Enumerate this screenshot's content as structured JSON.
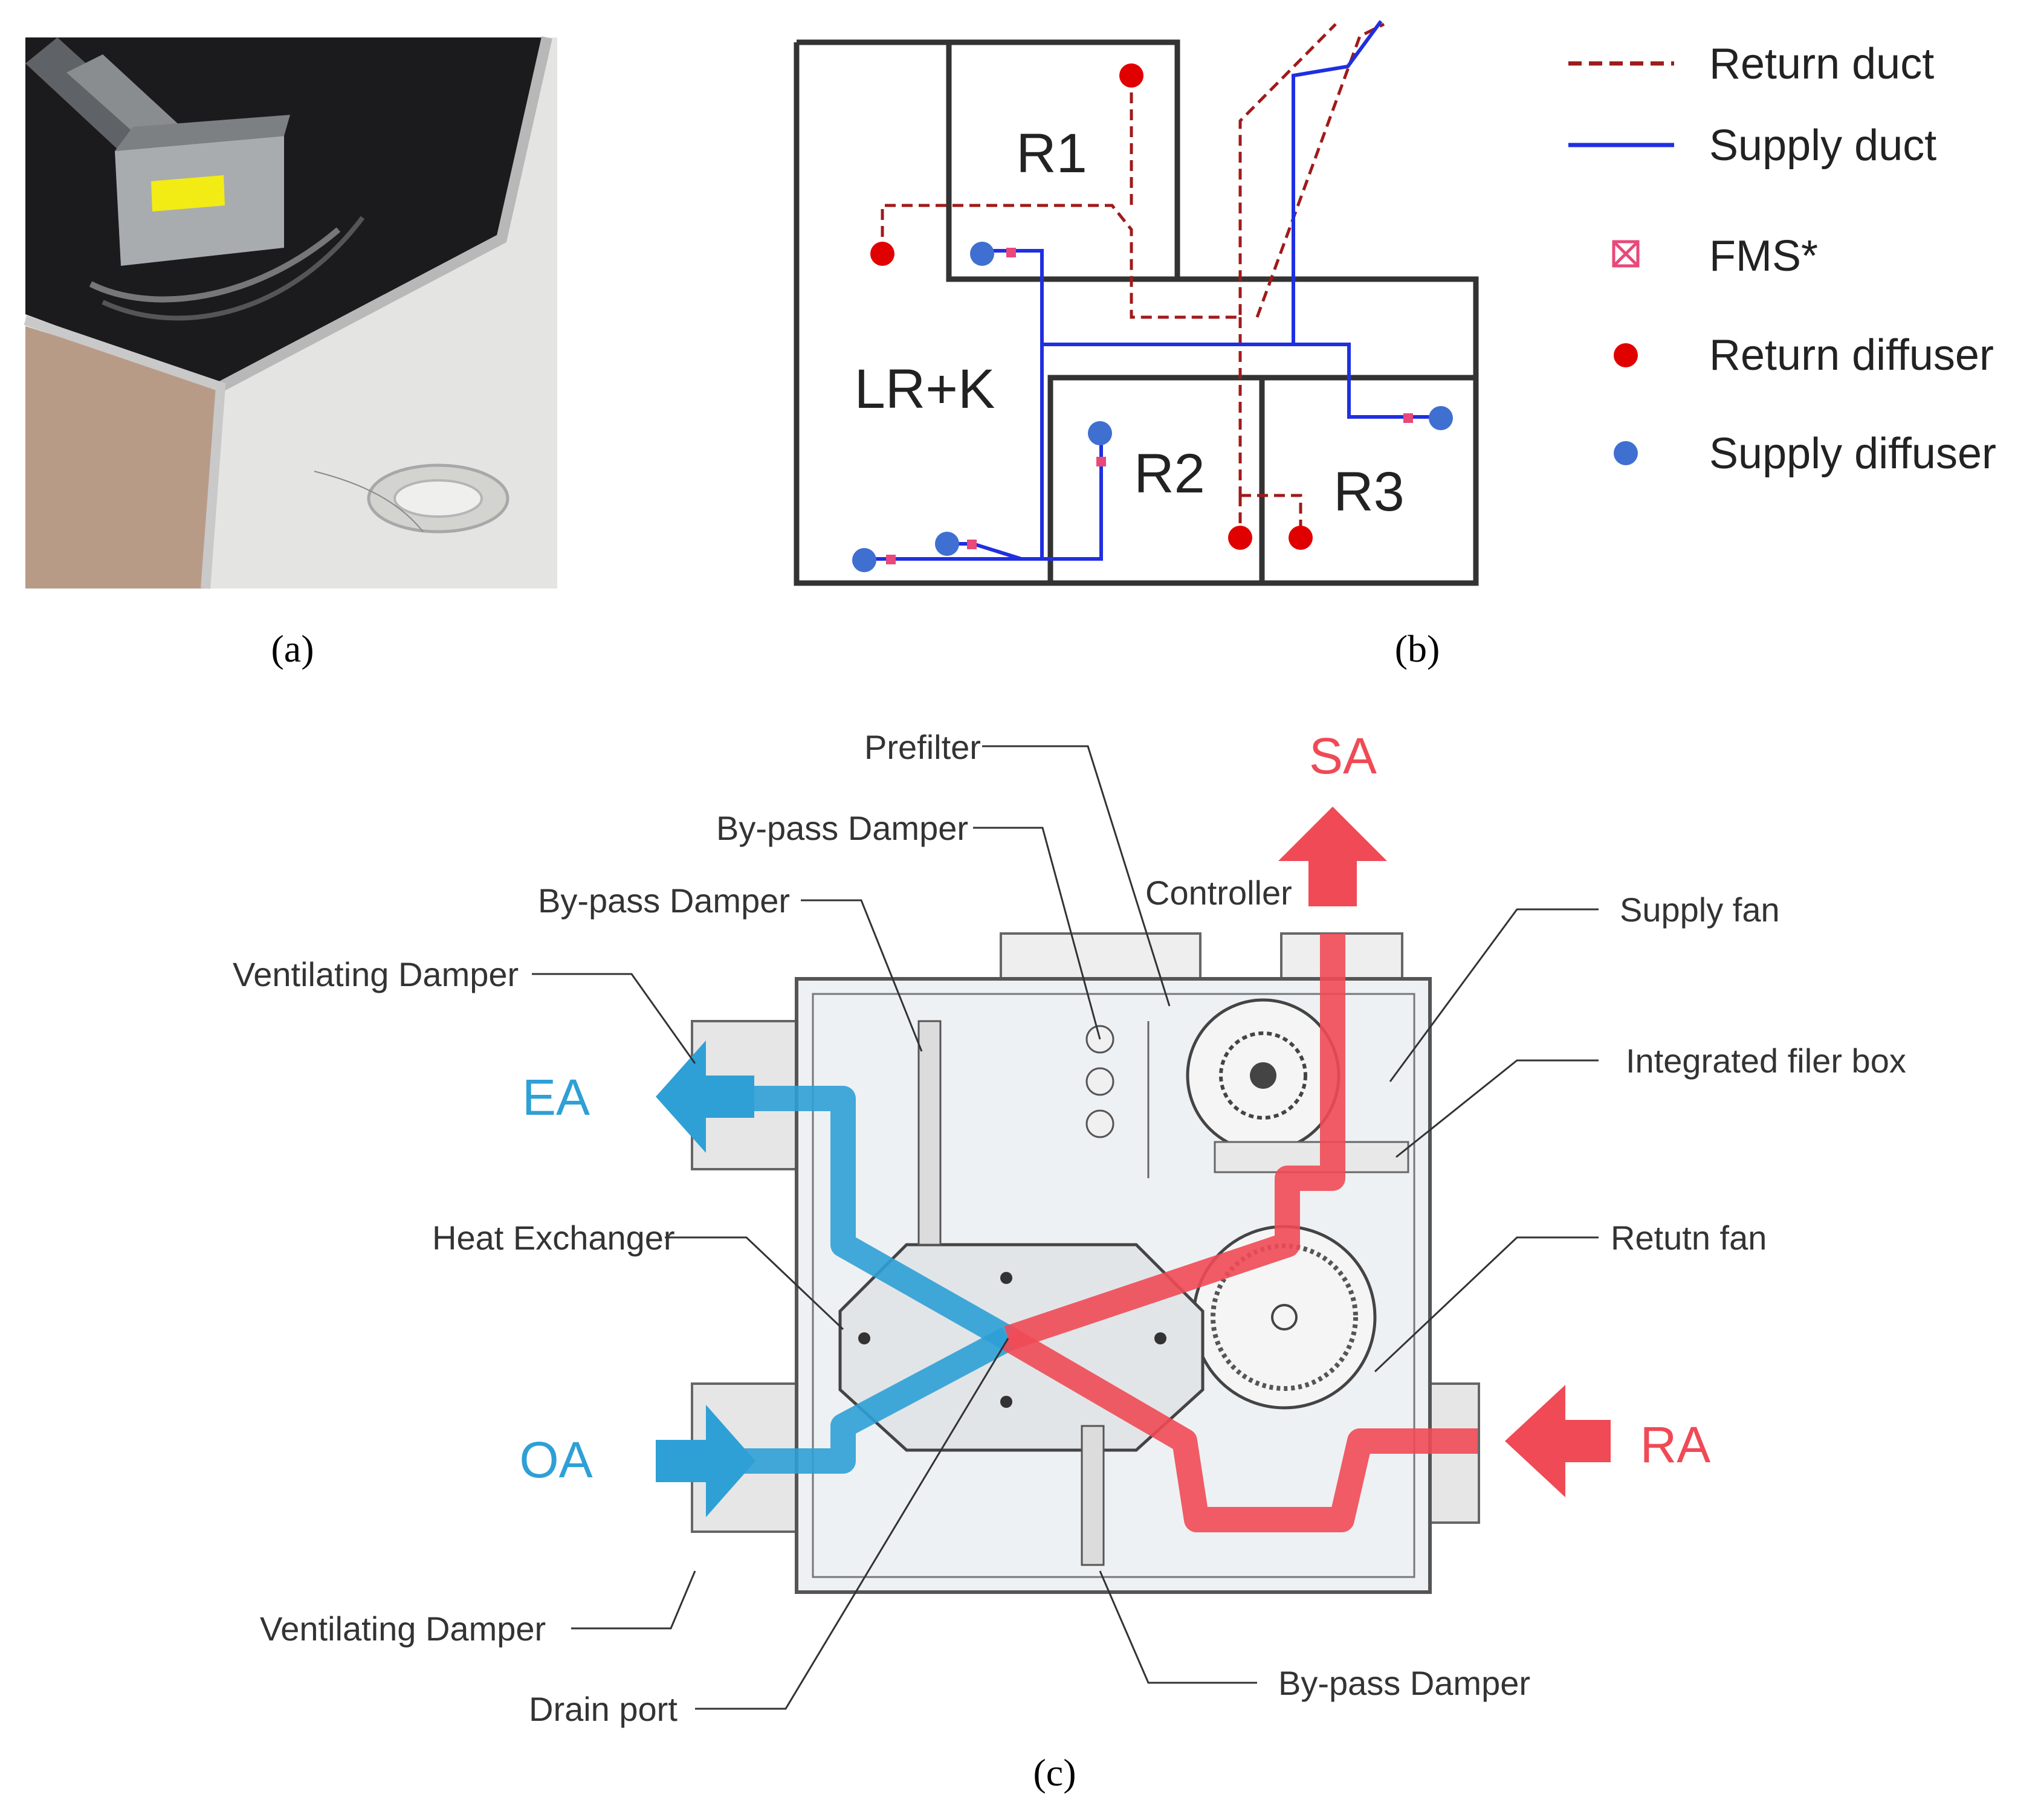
{
  "panels": {
    "a": {
      "label": "(a)"
    },
    "b": {
      "label": "(b)"
    },
    "c": {
      "label": "(c)"
    }
  },
  "floor_plan": {
    "rooms": [
      "R1",
      "LR+K",
      "R2",
      "R3"
    ],
    "legend": [
      {
        "text": "Return duct",
        "style": "dashed-line",
        "color": "#a01a1a"
      },
      {
        "text": "Supply duct",
        "style": "solid-line",
        "color": "#1f2fe0"
      },
      {
        "text": "FMS*",
        "style": "box-cross",
        "color": "#e8487a"
      },
      {
        "text": "Return diffuser",
        "style": "dot",
        "color": "#e10000"
      },
      {
        "text": "Supply diffuser",
        "style": "dot",
        "color": "#3f6fd0"
      }
    ]
  },
  "erv_unit": {
    "flows": {
      "ea": "EA",
      "oa": "OA",
      "sa": "SA",
      "ra": "RA"
    },
    "flow_colors": {
      "exhaust_outdoor": "#2ea0d6",
      "supply_return": "#ef4a55"
    },
    "callouts": {
      "prefilter": "Prefilter",
      "bypass_top": "By-pass Damper",
      "bypass_left": "By-pass Damper",
      "controller": "Controller",
      "supply_fan": "Supply fan",
      "ventilating_top": "Ventilating Damper",
      "integrated_filter": "Integrated filer box",
      "heat_exchanger": "Heat Exchanger",
      "return_fan": "Retutn fan",
      "ventilating_bottom": "Ventilating Damper",
      "bypass_bottom": "By-pass Damper",
      "drain_port": "Drain port"
    }
  }
}
